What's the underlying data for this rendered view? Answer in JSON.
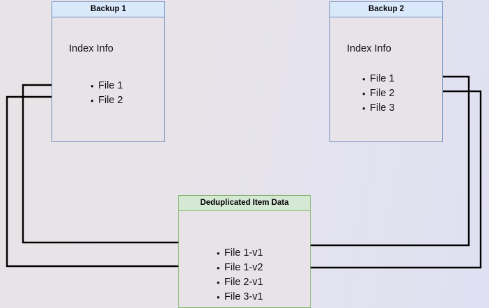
{
  "diagram": {
    "title_hidden": "Backup deduplication index diagram",
    "colors": {
      "blue_fill": "#dae8fc",
      "blue_stroke": "#6c8ebf",
      "green_fill": "#d5e8d4",
      "green_stroke": "#82b366",
      "box_body": "#e7e3e8",
      "wire": "#000000",
      "background_left": "#e8e3e6",
      "background_right": "#e0e0f2"
    },
    "nodes": [
      {
        "id": "backup1",
        "title": "Backup 1",
        "section_label": "Index Info",
        "items": [
          "File 1",
          "File 2"
        ]
      },
      {
        "id": "backup2",
        "title": "Backup 2",
        "section_label": "Index Info",
        "items": [
          "File 1",
          "File 2",
          "File 3"
        ]
      },
      {
        "id": "dedup",
        "title": "Deduplicated Item Data",
        "items": [
          "File 1-v1",
          "File 1-v2",
          "File 2-v1",
          "File 3-v1"
        ]
      }
    ],
    "edges": [
      {
        "from": "backup1.File 1",
        "to": "dedup.File 1-v1",
        "route": "left"
      },
      {
        "from": "backup1.File 2",
        "to": "dedup.File 2-v1",
        "route": "left"
      },
      {
        "from": "backup2.File 1",
        "to": "dedup.File 1-v2",
        "route": "right"
      },
      {
        "from": "backup2.File 2",
        "to": "dedup.File 2-v1",
        "route": "right"
      }
    ]
  }
}
